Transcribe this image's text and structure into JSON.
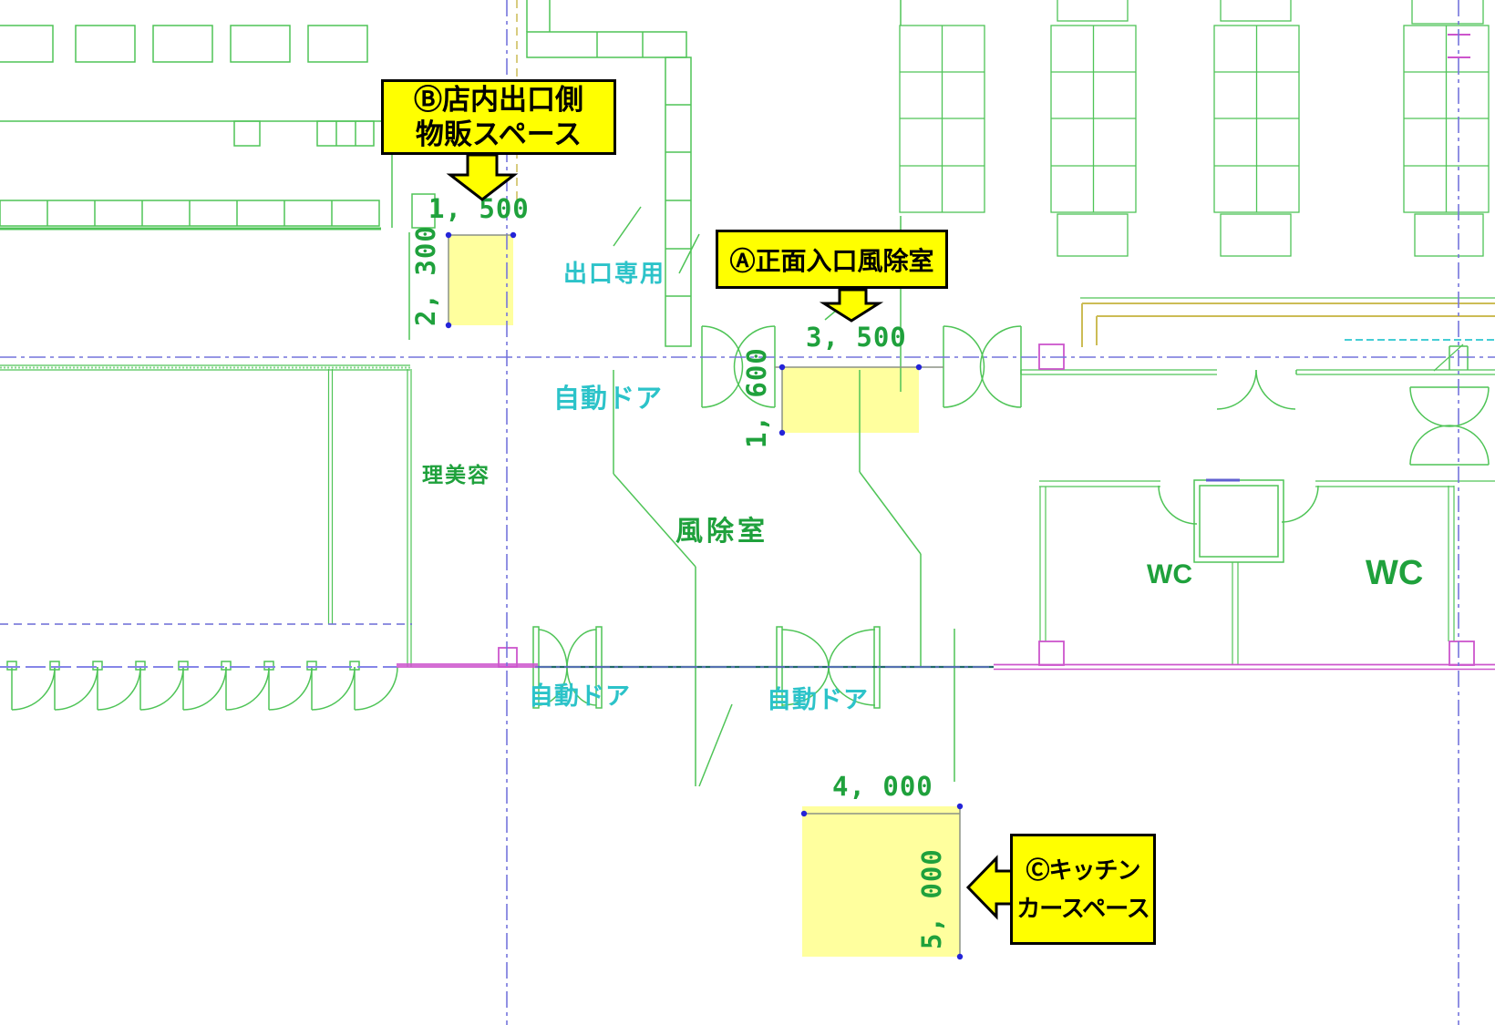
{
  "drawing": {
    "kind": "store-floor-plan-cad"
  },
  "callouts": {
    "b": {
      "label_line1": "Ⓑ店内出口側",
      "label_line2": "物販スペース"
    },
    "a": {
      "label": "Ⓐ正面入口風除室"
    },
    "c": {
      "label_line1": "Ⓒキッチン",
      "label_line2": "カースペース"
    }
  },
  "dimensions": {
    "b_space_width": "1, 500",
    "b_space_height": "2, 300",
    "a_space_width": "3, 500",
    "a_space_height": "1, 600",
    "c_space_width": "4, 000",
    "c_space_height": "5, 000"
  },
  "room_labels": {
    "exit_only": "出口専用",
    "auto_door_top": "自動ドア",
    "auto_door_bottom_left": "自動ドア",
    "auto_door_bottom_right": "自動ドア",
    "barber_beauty": "理美容",
    "windbreak_room": "風除室",
    "wc_left": "WC",
    "wc_right": "WC"
  },
  "colors": {
    "highlight_yellow": "#ffff9e",
    "callout_yellow": "#ffff00",
    "wall_green": "#4fc457",
    "text_green": "#1fa13c",
    "label_cyan": "#2cc3c9",
    "centerline_blue": "#7474dc",
    "magenta": "#cc55cc",
    "olive": "#ccbc55",
    "dark_teal": "#1f6868",
    "dim_dot_blue": "#2424d8"
  }
}
